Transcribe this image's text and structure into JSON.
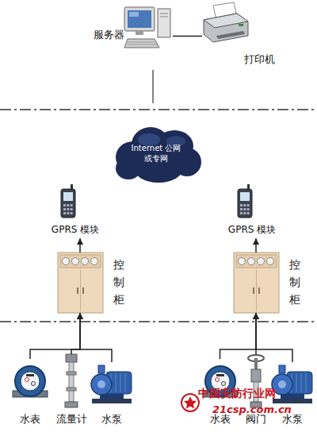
{
  "diagram": {
    "nodes": [
      {
        "text": [
          "服务器"
        ]
      },
      {
        "text": [
          "打印机"
        ]
      },
      {
        "text": [
          "Internet 公网或专网"
        ]
      },
      {
        "text": [
          "GPRS 模块"
        ]
      },
      {
        "text": [
          "GPRS 模块"
        ]
      },
      {
        "text": [
          "控制柜"
        ]
      },
      {
        "text": [
          "控制柜"
        ]
      },
      {
        "text": [
          "水表"
        ]
      },
      {
        "text": [
          "流量计"
        ]
      },
      {
        "text": [
          "水泵"
        ]
      },
      {
        "text": [
          "水表"
        ]
      },
      {
        "text": [
          "阀门"
        ]
      },
      {
        "text": [
          "水泵"
        ]
      }
    ],
    "edges": [
      {
        "from": 0,
        "to": 1,
        "arrow": "none"
      },
      {
        "from": 5,
        "to": 3,
        "arrow": "to"
      },
      {
        "from": 6,
        "to": 4,
        "arrow": "to"
      },
      {
        "from": 7,
        "to": 5,
        "arrow": "to"
      },
      {
        "from": 8,
        "to": 5,
        "arrow": "to"
      },
      {
        "from": 9,
        "to": 5,
        "arrow": "to"
      },
      {
        "from": 10,
        "to": 6,
        "arrow": "to"
      },
      {
        "from": 11,
        "to": 6,
        "arrow": "to"
      },
      {
        "from": 12,
        "to": 6,
        "arrow": "to"
      }
    ],
    "labels": [
      "中国安防行业网",
      "21csp.com.cn"
    ]
  }
}
